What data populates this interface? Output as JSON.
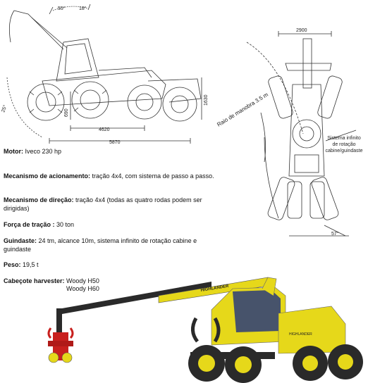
{
  "drawing": {
    "dim_angle_left": "55°",
    "dim_angle_right": "18°",
    "dim_width": "2900",
    "dim_radius": "Raio de manobra 3.5 m",
    "dim_len_a": "4620",
    "dim_len_b": "5870",
    "dim_h_a": "690",
    "dim_h_b": "1630",
    "dim_side": "25°",
    "dim_bottom_angle": "57°",
    "system_note": [
      "Sistema infinito",
      "de rotação",
      "cabine/guindaste"
    ]
  },
  "specs": [
    {
      "label": "Motor:",
      "value": " Iveco 230 hp"
    },
    {
      "label": "Mecanismo de acionamento:",
      "value": " tração 4x4, com sistema de passo a passo."
    },
    {
      "label": "Mecanismo de direção:",
      "value": " tração 4x4 (todas as quatro rodas podem ser dirigidas)"
    },
    {
      "label": "Força de tração :",
      "value": " 30 ton"
    },
    {
      "label": "Guindaste:",
      "value": "  24 tm, alcance 10m, sistema infinito de rotação cabine e guindaste"
    },
    {
      "label": "Peso:",
      "value": "  19,5 t"
    },
    {
      "label": "Cabeçote harvester:",
      "value": " Woody H50"
    }
  ],
  "spec_extra": "Woody H60",
  "machine": {
    "boom_text": "HIGHLANDER",
    "body_text": "HIGHLANDER"
  },
  "colors": {
    "yellow": "#e6d81a",
    "dark": "#2a2a2a",
    "red": "#c8201e",
    "line": "#333333"
  }
}
